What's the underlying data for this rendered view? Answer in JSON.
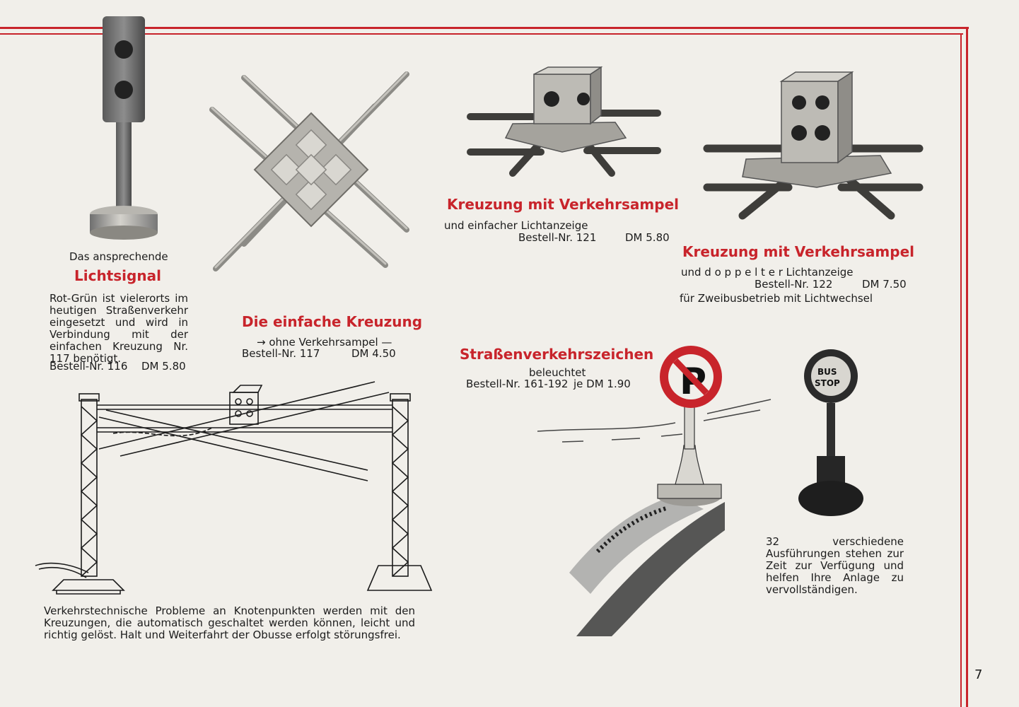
{
  "page_number": "7",
  "lichtsignal": {
    "intro": "Das ansprechende",
    "title": "Lichtsignal",
    "description": "Rot-Grün ist vielerorts im heutigen Straßenverkehr eingesetzt und wird in Verbindung mit der einfachen Kreuzung Nr. 117 benötigt.",
    "order_no": "Bestell-Nr. 116",
    "price": "DM 5.80"
  },
  "einfache_kreuzung": {
    "title": "Die einfache Kreuzung",
    "subtitle": "→ ohne Verkehrsampel —",
    "order_no": "Bestell-Nr. 117",
    "price": "DM 4.50"
  },
  "kreuzung_einfach": {
    "title": "Kreuzung mit Verkehrsampel",
    "line1": "und einfacher Lichtanzeige",
    "order_no": "Bestell-Nr. 121",
    "price": "DM 5.80"
  },
  "kreuzung_doppelt": {
    "title": "Kreuzung mit Verkehrsampel",
    "line1": "und d o p p e l t e r Lichtanzeige",
    "order_no": "Bestell-Nr. 122",
    "price": "DM 7.50",
    "line2": "für Zweibusbetrieb mit Lichtwechsel"
  },
  "verkehrszeichen": {
    "title": "Straßenverkehrszeichen",
    "subtitle": "beleuchtet",
    "order_no": "Bestell-Nr. 161-192",
    "price": "je DM 1.90",
    "note": "32 verschiedene Ausführungen stehen zur Zeit zur Verfügung und helfen Ihre Anlage zu vervollständigen.",
    "bus_sign_text": [
      "BUS",
      "STOP"
    ],
    "parking_sign_text": "P"
  },
  "bottom_text": "Verkehrstechnische Probleme an Knotenpunkten werden mit den Kreuzungen, die automatisch geschaltet werden können, leicht und richtig gelöst. Halt und Weiterfahrt der Obusse erfolgt störungsfrei.",
  "colors": {
    "accent_red": "#c8242b",
    "paper": "#f1efea",
    "ink": "#1c1c1c"
  }
}
